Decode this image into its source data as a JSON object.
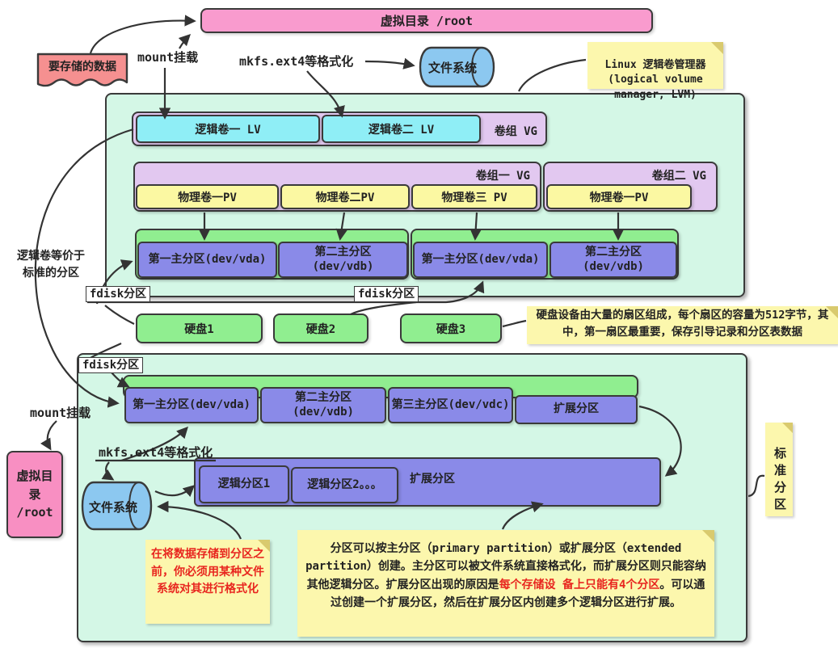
{
  "colors": {
    "pink": "#f99bce",
    "salmon": "#f59090",
    "mint": "#d4f7e6",
    "cyan": "#8feef6",
    "light_purple": "#e2c8f0",
    "pv_yellow": "#fbf8a2",
    "bar_green": "#90ee90",
    "partition_purple": "#8a8ae8",
    "cylinder_blue": "#8cc8f0",
    "note_yellow": "#fcf7ad",
    "red_text": "#e8261f",
    "border": "#3a3a3a"
  },
  "top": {
    "virtual_dir": "虚拟目录 /root",
    "data_to_store": "要存储的数据",
    "mount_label": "mount挂载",
    "mkfs_label": "mkfs.ext4等格式化",
    "filesystem": "文件系统",
    "lvm_note": "Linux 逻辑卷管理器\n(logical volume\nmanager, LVM)"
  },
  "lvm": {
    "vg_top": {
      "label": "卷组 VG",
      "lv1": "逻辑卷一 LV",
      "lv2": "逻辑卷二 LV"
    },
    "vg1": {
      "label": "卷组一 VG",
      "pvs": [
        "物理卷一PV",
        "物理卷二PV",
        "物理卷三 PV"
      ]
    },
    "vg2": {
      "label": "卷组二 VG",
      "pvs": [
        "物理卷一PV"
      ]
    },
    "disk1_partitions": [
      "第一主分区(dev/vda)",
      "第二主分区\n(dev/vdb)"
    ],
    "disk2_partitions": [
      "第一主分区(dev/vda)",
      "第二主分区\n(dev/vdb)"
    ]
  },
  "middle": {
    "equiv_note": "逻辑卷等价于\n标准的分区",
    "fdisk_label_1": "fdisk分区",
    "fdisk_label_2": "fdisk分区",
    "disks": [
      "硬盘1",
      "硬盘2",
      "硬盘3"
    ],
    "sector_note": "硬盘设备由大量的扇区组成，每个扇区的容量为512字节，其中，第一扇区最重要，保存引导记录和分区表数据"
  },
  "std": {
    "fdisk_label": "fdisk分区",
    "partitions": [
      "第一主分区(dev/vda)",
      "第二主分区\n(dev/vdb)",
      "第三主分区(dev/vdc)"
    ],
    "extended_label": "扩展分区",
    "mount_label": "mount挂载",
    "virtual_dir": "虚拟目\n录\n/root",
    "mkfs_label": "mkfs.ext4等格式化",
    "filesystem": "文件系统",
    "extended_big_label": "扩展分区",
    "logical_partitions": [
      "逻辑分区1",
      "逻辑分区2。。。"
    ],
    "format_note": "在将数据存储到分区之前，你必须用某种文件系统对其进行格式化",
    "partition_note": {
      "part1": "分区可以按主分区（primary partition）或扩展分区（extended partition）创建。主分区可以被文件系统直接格式化，而扩展分区则只能容纳其他逻辑分区。扩展分区出现的原因是",
      "part2_red": "每个存储设 备上只能有4个分区",
      "part3": "。可以通过创建一个扩展分区，然后在扩展分区内创建多个逻辑分区进行扩展。"
    },
    "standard_note": "标准分区"
  }
}
